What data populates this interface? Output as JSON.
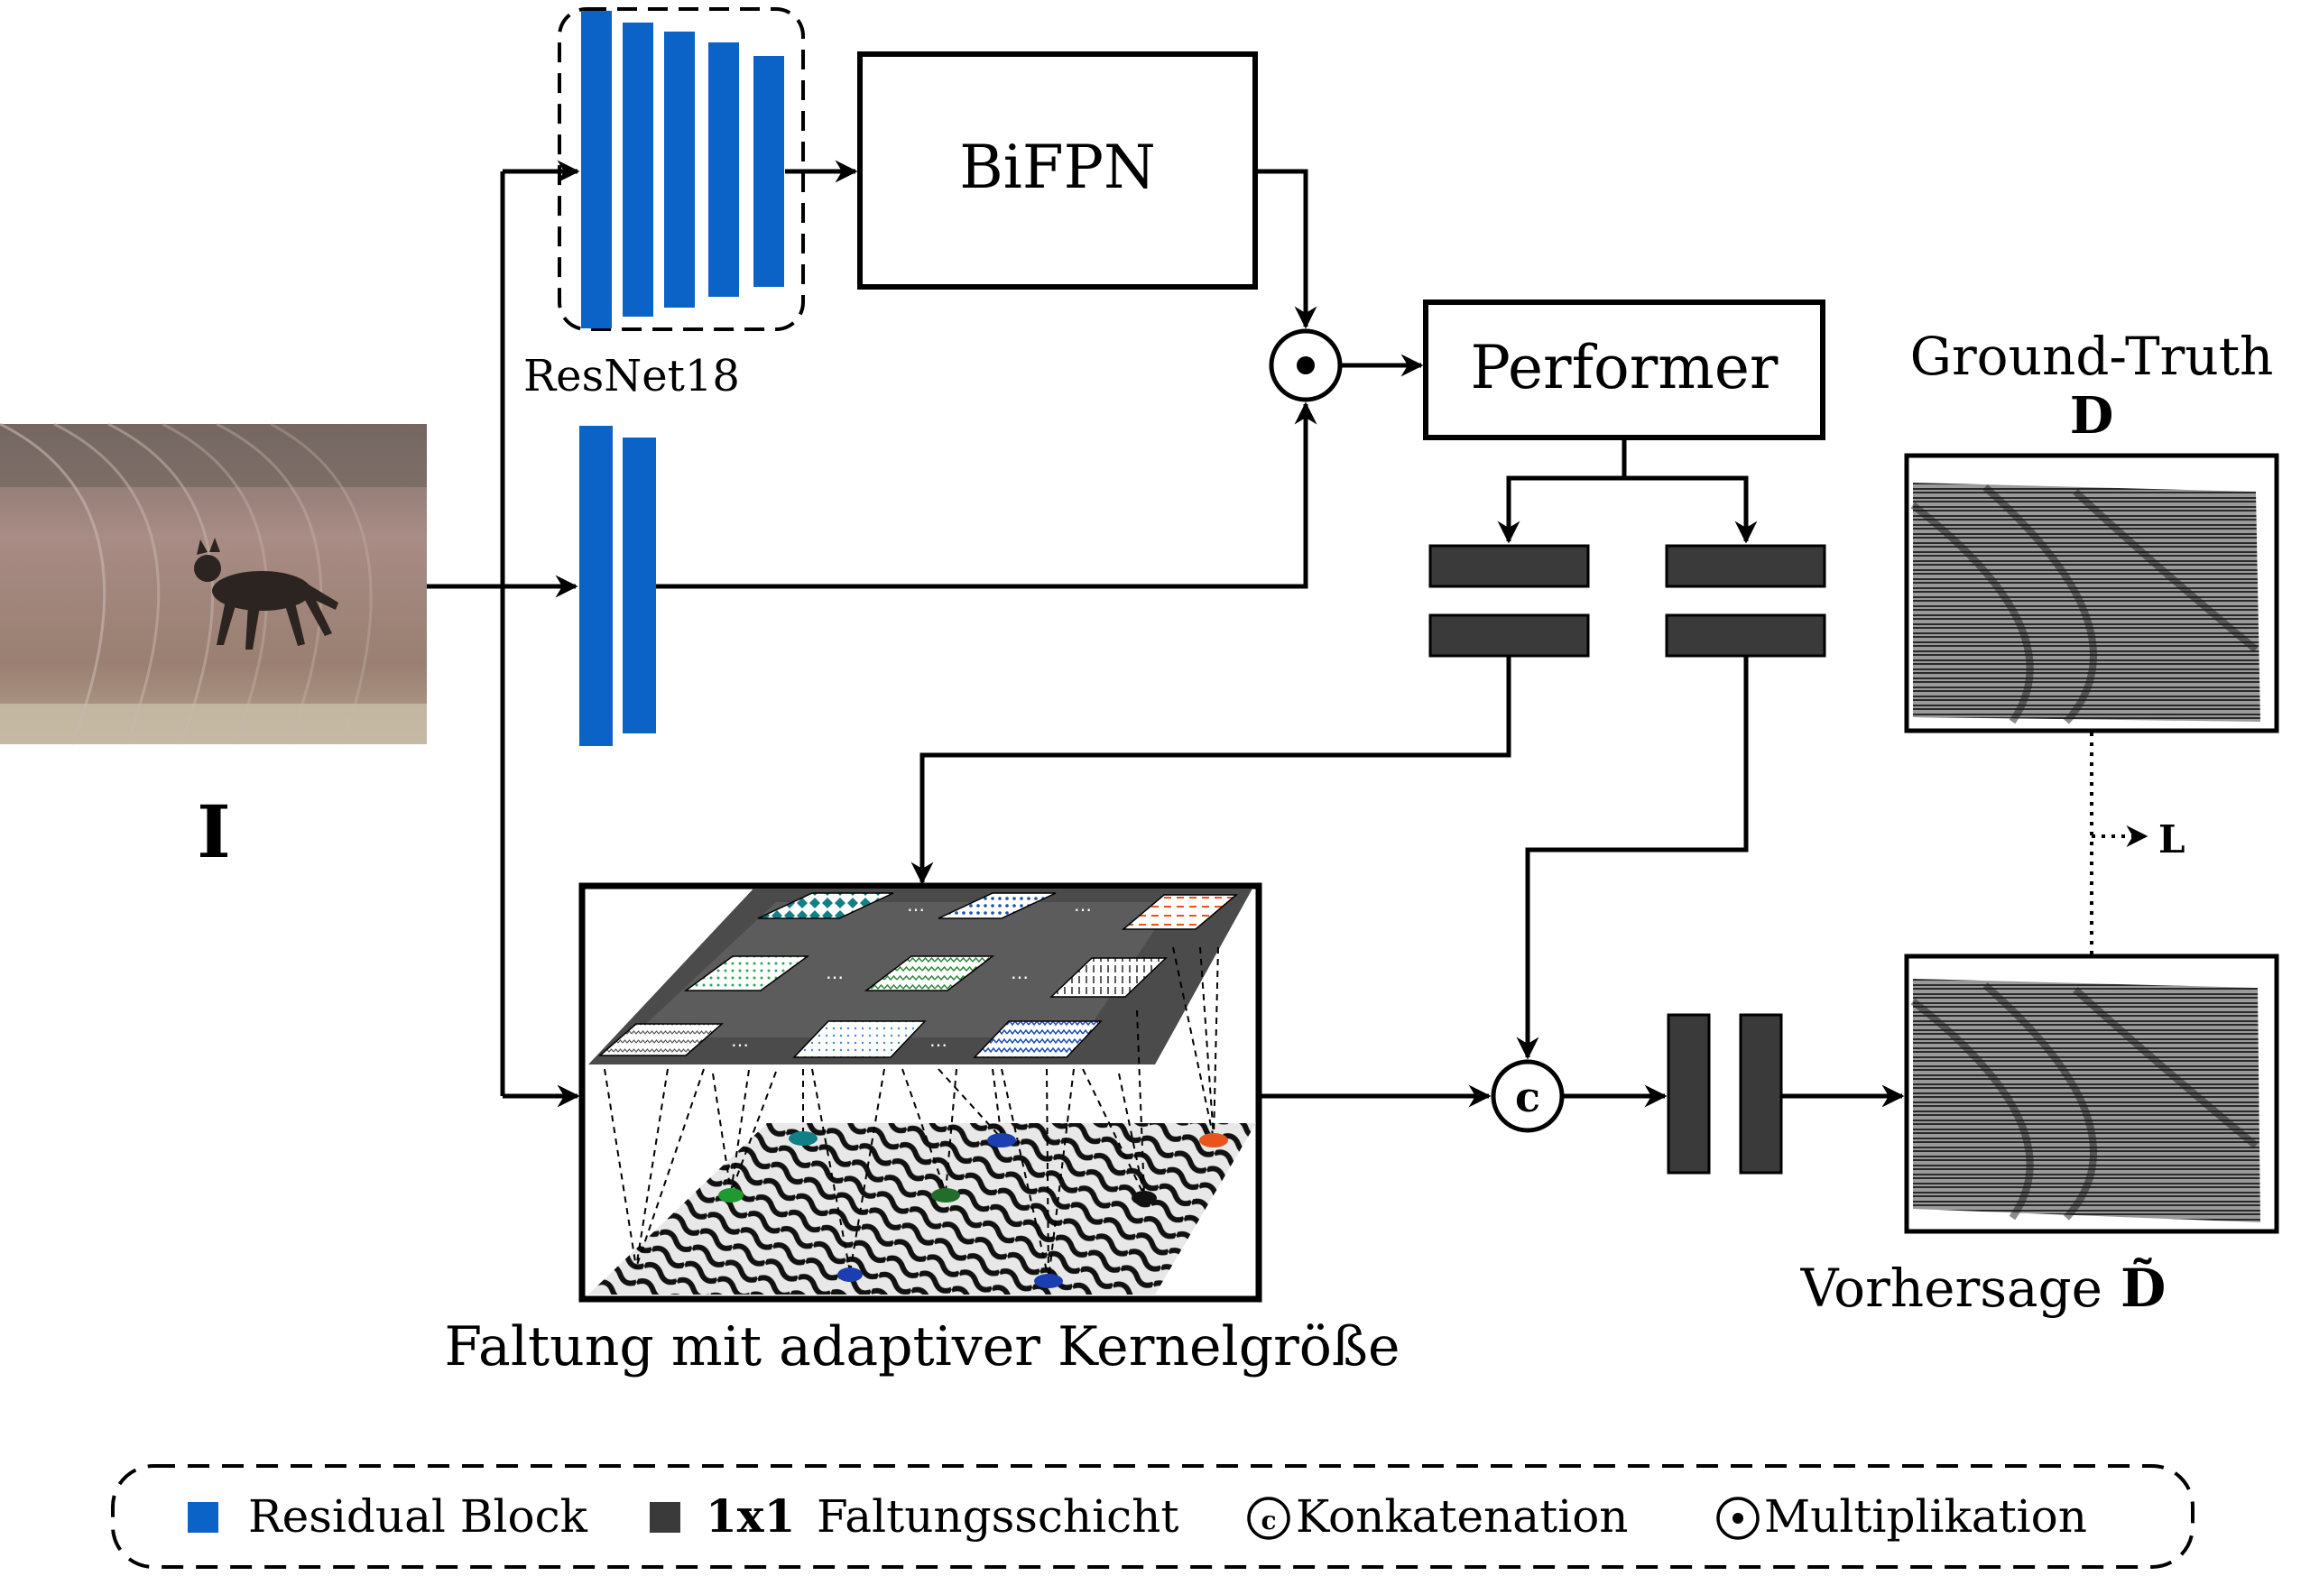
{
  "labels": {
    "bifpn": "BiFPN",
    "resnet": "ResNet18",
    "performer": "Performer",
    "ground_truth": "Ground-Truth",
    "ground_truth_symbol": "D",
    "input_symbol": "I",
    "loss_symbol": "L",
    "adaptive_conv": "Faltung mit adaptiver Kernelgröße",
    "prediction": "Vorhersage",
    "prediction_symbol": "D̃",
    "concat_symbol": "c",
    "mult_symbol": "⊙"
  },
  "legend": {
    "residual": "Residual Block",
    "conv_bold": "1x1",
    "conv_rest": "Faltungsschicht",
    "concat": "Konkatenation",
    "mult": "Multiplikation"
  },
  "colors": {
    "residual_blue": "#0b63c8",
    "conv_dark": "#3a3a3a",
    "line": "#000000"
  }
}
